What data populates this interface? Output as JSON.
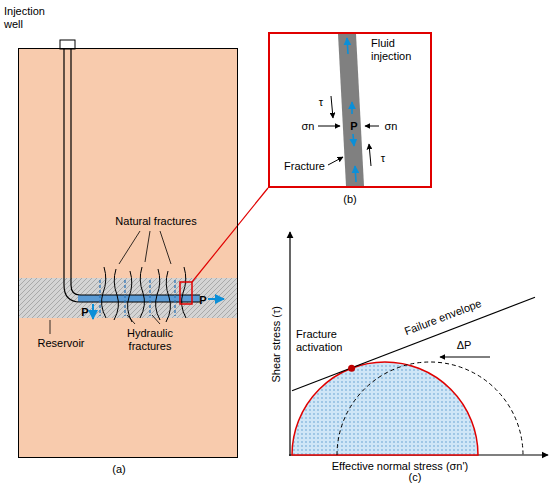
{
  "diagram": {
    "nodes": [
      {
        "text": [
          "Natural fractures",
          "Reservoir",
          "Hydraulic fractures",
          "P",
          "P"
        ]
      },
      {
        "text": [
          "Fluid injection",
          "τ",
          "σn",
          "σn",
          "τ",
          "P",
          "Fracture"
        ]
      }
    ],
    "labels": [
      "Injection well",
      "(a)",
      "(b)",
      "Shear stress (τ)",
      "Failure envelope",
      "Fracture activation",
      "ΔP",
      "Effective normal stress (σn')",
      "(c)"
    ]
  }
}
